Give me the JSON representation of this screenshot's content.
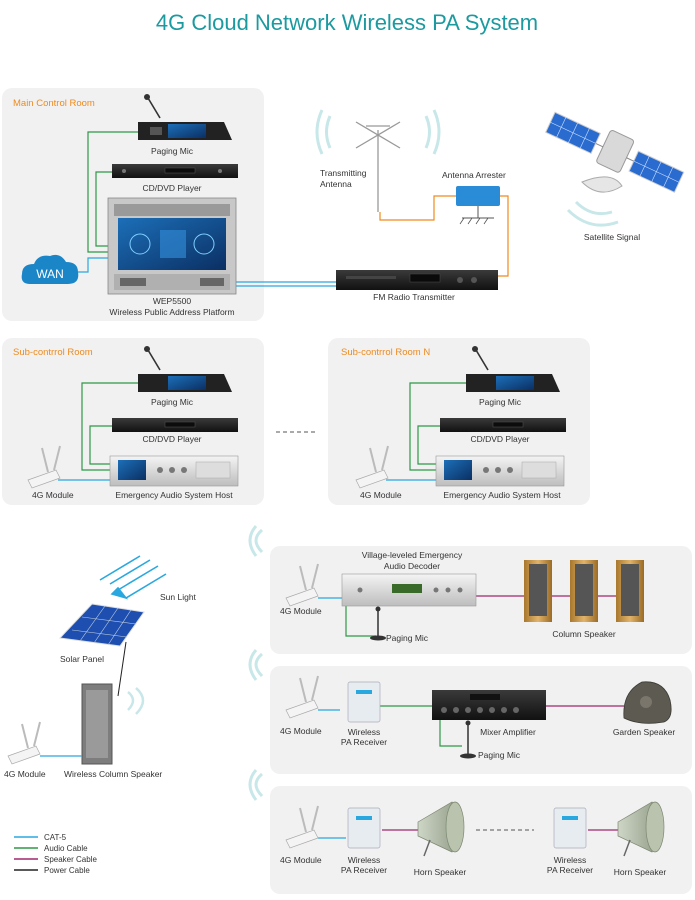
{
  "title": "4G Cloud Network Wireless PA System",
  "colors": {
    "cat5": "#29a8e0",
    "audio": "#2e9a45",
    "speaker": "#a0266e",
    "power": "#222222",
    "antenna_link": "#f08a1c",
    "room_label": "#f08a1c",
    "panel_bg": "#f1f1f1",
    "title": "#1b9aa0"
  },
  "main_room": {
    "label": "Main Control Room",
    "paging_mic": "Paging Mic",
    "cd_player": "CD/DVD Player",
    "wan": "WAN",
    "platform_line1": "WEP5500",
    "platform_line2": "Wireless Public Address Platform"
  },
  "broadcast": {
    "transmitting_antenna_line1": "Transmitting",
    "transmitting_antenna_line2": "Antenna",
    "antenna_arrester": "Antenna Arrester",
    "fm_transmitter": "FM Radio Transmitter",
    "satellite_signal": "Satellite Signal"
  },
  "sub_room_1": {
    "label": "Sub-contrrol Room",
    "paging_mic": "Paging Mic",
    "cd_player": "CD/DVD Player",
    "module": "4G Module",
    "host": "Emergency Audio System Host"
  },
  "sub_room_n": {
    "label": "Sub-contrrol Room N",
    "paging_mic": "Paging Mic",
    "cd_player": "CD/DVD Player",
    "module": "4G Module",
    "host": "Emergency Audio System Host"
  },
  "solar": {
    "sun_light": "Sun Light",
    "panel": "Solar Panel",
    "module": "4G Module",
    "speaker": "Wireless Column Speaker"
  },
  "village": {
    "decoder_line1": "Village-leveled Emergency",
    "decoder_line2": "Audio Decoder",
    "module": "4G Module",
    "paging_mic": "Paging Mic",
    "column_speaker": "Column Speaker"
  },
  "garden": {
    "module": "4G Module",
    "receiver_line1": "Wireless",
    "receiver_line2": "PA Receiver",
    "mixer": "Mixer Amplifier",
    "garden_speaker": "Garden Speaker",
    "paging_mic": "Paging Mic"
  },
  "horn": {
    "module": "4G Module",
    "receiver1_line1": "Wireless",
    "receiver1_line2": "PA Receiver",
    "horn1": "Horn Speaker",
    "receiver2_line1": "Wireless",
    "receiver2_line2": "PA Receiver",
    "horn2": "Horn Speaker"
  },
  "legend": {
    "cat5": "CAT-5",
    "audio": "Audio Cable",
    "speaker": "Speaker Cable",
    "power": "Power Cable"
  }
}
